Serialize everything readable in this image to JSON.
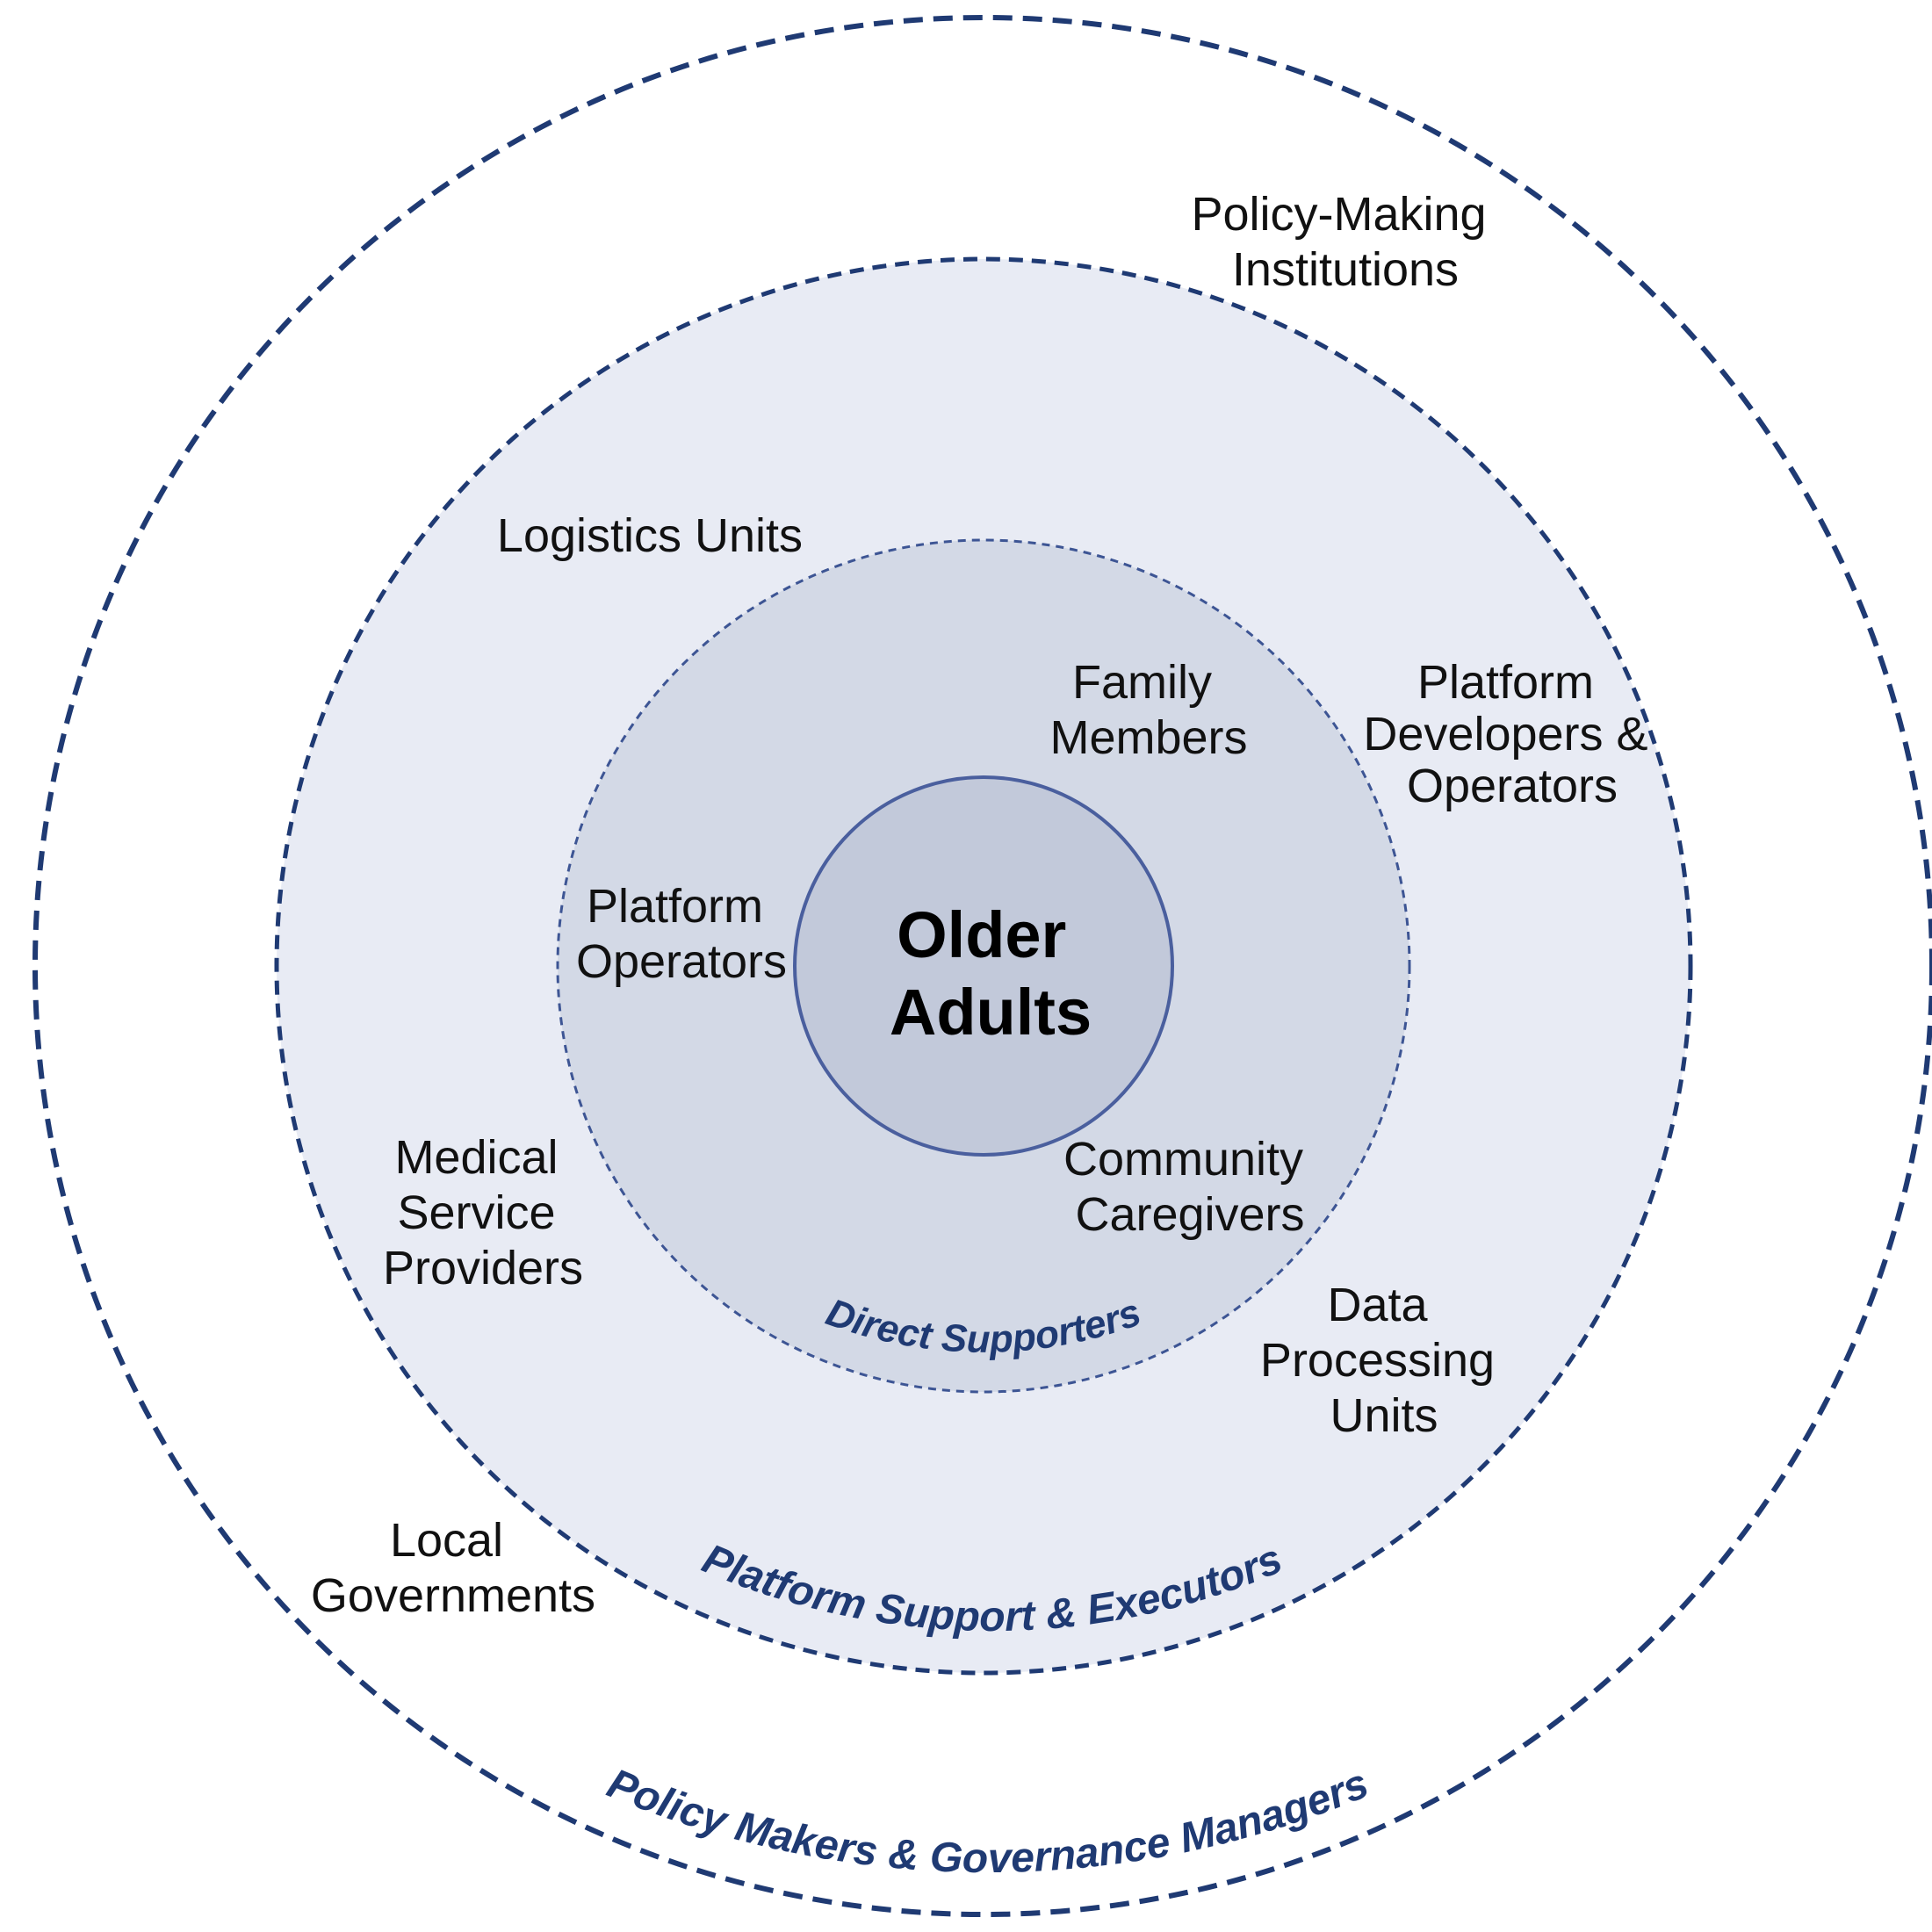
{
  "colors": {
    "outer_stroke": "#1f3a73",
    "middle_fill": "#e8ebf4",
    "inner_fill": "#d3d9e6",
    "core_fill": "#c2c9da",
    "core_stroke": "#4a5f9e",
    "ring_title": "#1f3a73"
  },
  "core": {
    "line1": "Older",
    "line2": "Adults"
  },
  "rings": {
    "inner_title": "Direct Supporters",
    "middle_title": "Platform Support & Executors",
    "outer_title": "Policy Makers & Governance Managers"
  },
  "inner_ring_labels": {
    "family_members": [
      "Family",
      "Members"
    ],
    "platform_operators": [
      "Platform",
      "Operators"
    ],
    "community_caregivers": [
      "Community",
      "Caregivers"
    ]
  },
  "middle_ring_labels": {
    "logistics_units": [
      "Logistics Units"
    ],
    "platform_developers": [
      "Platform",
      "Developers &",
      "Operators"
    ],
    "medical_service_providers": [
      "Medical",
      "Service",
      "Providers"
    ],
    "data_processing_units": [
      "Data",
      "Processing",
      "Units"
    ]
  },
  "outer_ring_labels": {
    "policy_making_institutions": [
      "Policy-Making",
      "Institutions"
    ],
    "local_governments": [
      "Local",
      "Governments"
    ]
  }
}
